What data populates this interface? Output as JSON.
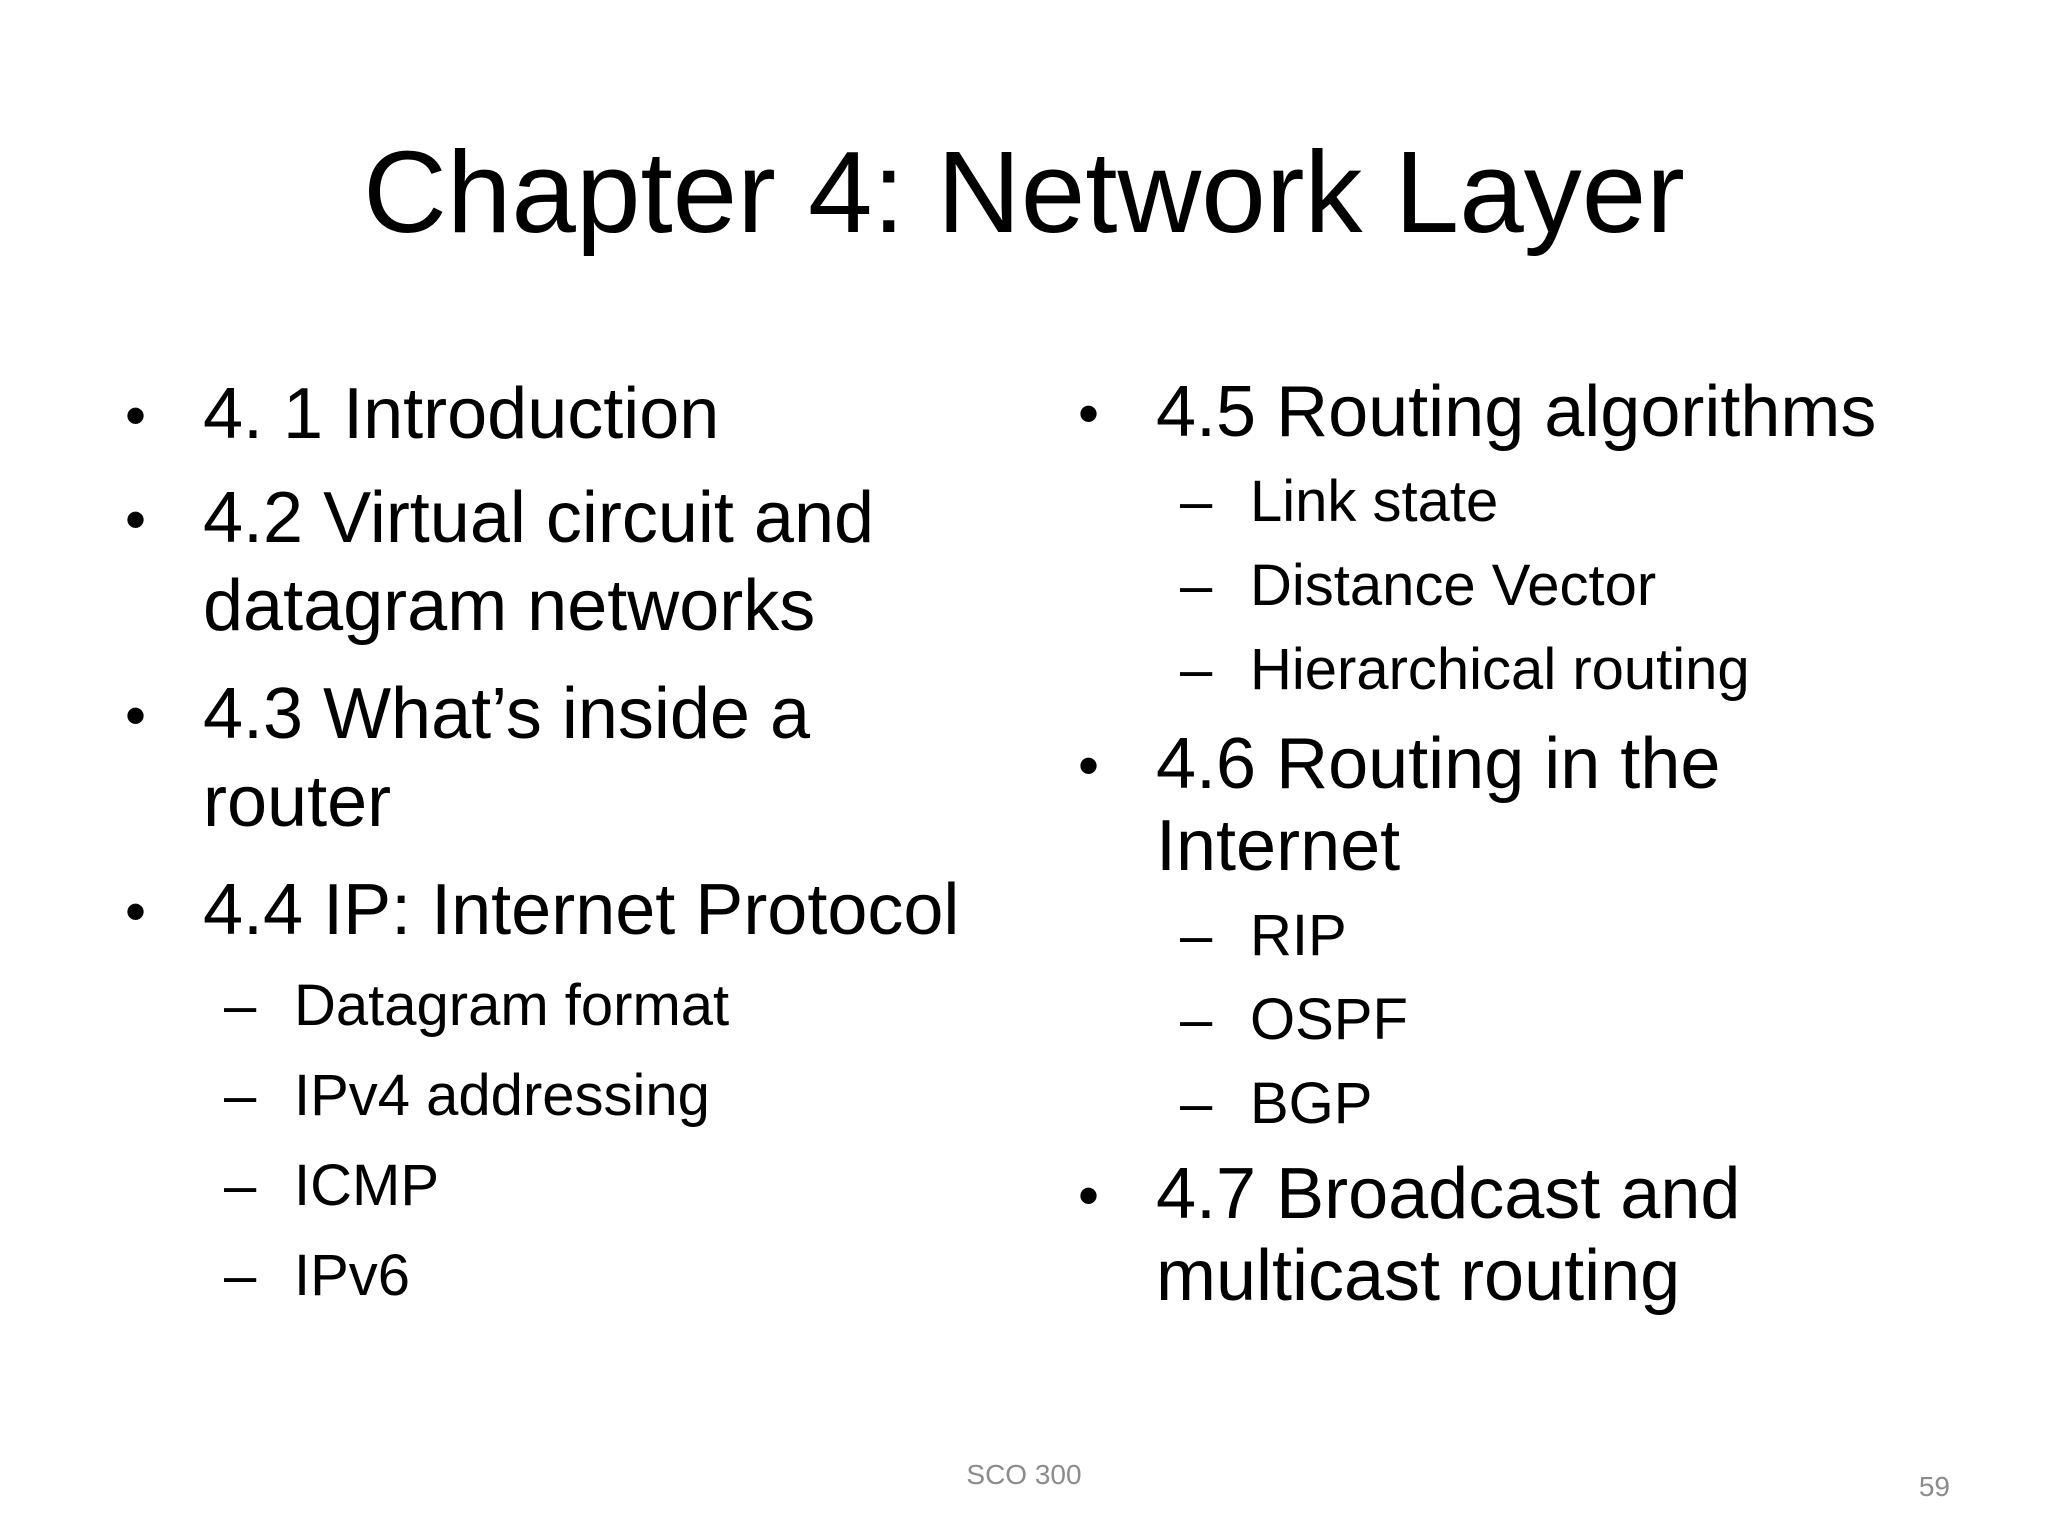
{
  "slide": {
    "title": "Chapter 4: Network Layer",
    "left_column": [
      {
        "bullet": "•",
        "text": "4. 1 Introduction"
      },
      {
        "bullet": "•",
        "text_line1": "4.2 Virtual circuit and",
        "text_line2": "datagram networks"
      },
      {
        "bullet": "•",
        "text_line1": "4.3 What’s inside a",
        "text_line2": "router"
      },
      {
        "bullet": "•",
        "text": "4.4 IP: Internet Protocol",
        "sub": [
          {
            "dash": "–",
            "text": "Datagram format"
          },
          {
            "dash": "–",
            "text": "IPv4 addressing"
          },
          {
            "dash": "–",
            "text": "ICMP"
          },
          {
            "dash": "–",
            "text": "IPv6"
          }
        ]
      }
    ],
    "right_column": [
      {
        "bullet": "•",
        "text": "4.5 Routing algorithms",
        "sub": [
          {
            "dash": "–",
            "text": "Link state"
          },
          {
            "dash": "–",
            "text": "Distance Vector"
          },
          {
            "dash": "–",
            "text": "Hierarchical routing"
          }
        ]
      },
      {
        "bullet": "•",
        "text_line1": "4.6 Routing in the",
        "text_line2": "Internet",
        "sub": [
          {
            "dash": "–",
            "text": "RIP"
          },
          {
            "dash": "–",
            "text": "OSPF"
          },
          {
            "dash": "–",
            "text": "BGP"
          }
        ]
      },
      {
        "bullet": "•",
        "text_line1": "4.7 Broadcast and",
        "text_line2": "multicast routing"
      }
    ],
    "footer": {
      "course": "SCO 300",
      "page_number": "59"
    }
  }
}
